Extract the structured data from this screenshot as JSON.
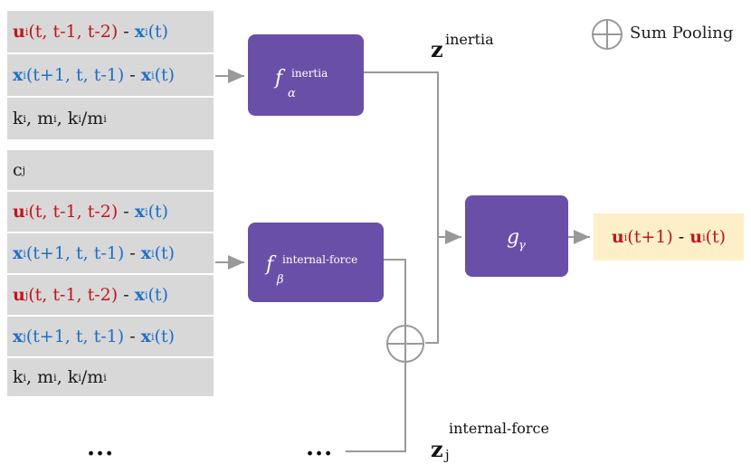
{
  "group_top": {
    "rows": [
      {
        "a": "u",
        "a_sub": "i",
        "a_args": "(t, t-1, t-2)",
        "minus": " - ",
        "b": "x",
        "b_sub": "i",
        "b_args": "(t)"
      },
      {
        "a": "x",
        "a_sub": "i",
        "a_args": "(t+1, t, t-1)",
        "minus": " - ",
        "b": "x",
        "b_sub": "i",
        "b_args": "(t)"
      }
    ],
    "props": {
      "k": "k",
      "m": "m",
      "sep1": ", ",
      "sep2": ", ",
      "div": "/",
      "sub": "i"
    }
  },
  "group_bottom": {
    "c": {
      "c": "c",
      "sub": "j"
    },
    "rows": [
      {
        "a": "u",
        "a_sub": "i",
        "a_args": "(t, t-1, t-2)",
        "minus": " - ",
        "b": "x",
        "b_sub": "i",
        "b_args": "(t)"
      },
      {
        "a": "x",
        "a_sub": "i",
        "a_args": "(t+1, t, t-1)",
        "minus": " - ",
        "b": "x",
        "b_sub": "i",
        "b_args": "(t)"
      },
      {
        "a": "u",
        "a_sub": "j",
        "a_args": "(t, t-1, t-2)",
        "minus": " - ",
        "b": "x",
        "b_sub": "i",
        "b_args": "(t)"
      },
      {
        "a": "x",
        "a_sub": "j",
        "a_args": "(t+1, t, t-1)",
        "minus": " - ",
        "b": "x",
        "b_sub": "i",
        "b_args": "(t)"
      }
    ],
    "props": {
      "k": "k",
      "m": "m",
      "sep1": ", ",
      "sep2": ", ",
      "div": "/",
      "sub": "i"
    }
  },
  "blocks": {
    "f_alpha": {
      "f": "f",
      "sub": "α",
      "sup": "inertia"
    },
    "f_beta": {
      "f": "f",
      "sub": "β",
      "sup": "internal-force"
    },
    "g_gamma": {
      "g": "g",
      "sub": "γ"
    }
  },
  "labels": {
    "z_inertia": {
      "z": "z",
      "sup": "inertia"
    },
    "z_internal": {
      "z": "z",
      "sub": "j",
      "sup": "internal-force"
    },
    "legend": "Sum Pooling",
    "dots_left": "...",
    "dots_mid": "..."
  },
  "output": {
    "a": "u",
    "a_sub": "i",
    "a_args": "(t+1)",
    "minus": " - ",
    "b": "u",
    "b_sub": "i",
    "b_args": "(t)"
  },
  "colors": {
    "block": "#6a4fa8",
    "cell": "#d8d8d8",
    "output_bg": "#fdf0c8",
    "red": "#c0161c",
    "blue": "#1f6fc8",
    "arrow": "#999999"
  }
}
